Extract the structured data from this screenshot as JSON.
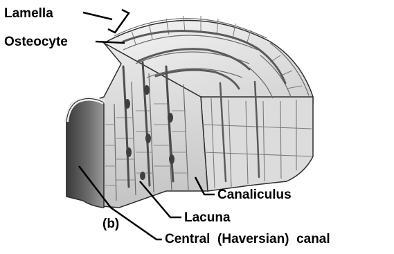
{
  "labels": {
    "lamella": "Lamella",
    "osteocyte": "Osteocyte",
    "canaliculus": "Canaliculus",
    "lacuna": "Lacuna",
    "panel": "(b)",
    "central_canal": "Central  (Haversian)  canal"
  },
  "colors": {
    "bone_light": "#e6e6e6",
    "bone_mid": "#c9c9c9",
    "bone_dark": "#8a8a8a",
    "canal_dark": "#555555",
    "outline": "#2e2e2e",
    "leader": "#000000"
  }
}
